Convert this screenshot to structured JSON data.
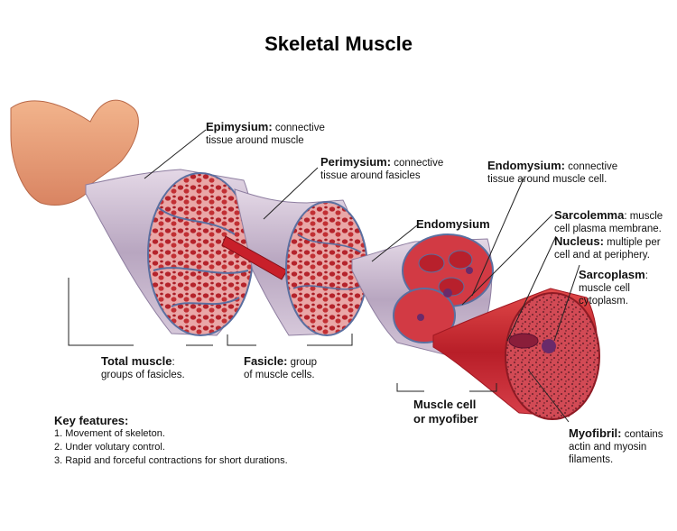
{
  "title": "Skeletal Muscle",
  "labels": {
    "epimysium": {
      "term": "Epimysium:",
      "desc1": "connective",
      "desc2": "tissue around muscle"
    },
    "perimysium": {
      "term": "Perimysium:",
      "desc1": "connective",
      "desc2": "tissue around fasicles"
    },
    "endomysium_top": {
      "term": "Endomysium:",
      "desc1": "connective",
      "desc2": "tissue around muscle cell."
    },
    "endomysium_mid": {
      "term": "Endomysium"
    },
    "sarcolemma": {
      "term": "Sarcolemma",
      "desc1": ": muscle",
      "desc2": "cell plasma membrane."
    },
    "nucleus": {
      "term": "Nucleus:",
      "desc1": "multiple per",
      "desc2": "cell and at periphery."
    },
    "sarcoplasm": {
      "term": "Sarcoplasm",
      "desc1": ":",
      "desc2": "muscle cell",
      "desc3": "cytoplasm."
    },
    "total_muscle": {
      "term": "Total muscle",
      "desc1": ":",
      "desc2": "groups of fasicles."
    },
    "fasicle": {
      "term": "Fasicle:",
      "desc1": "group",
      "desc2": "of muscle cells."
    },
    "muscle_cell": {
      "line1": "Muscle cell",
      "line2": "or myofiber"
    },
    "myofibril": {
      "term": "Myofibril:",
      "desc1": "contains",
      "desc2": "actin and myosin",
      "desc3": "filaments."
    }
  },
  "key_features": {
    "heading": "Key features:",
    "items": [
      "1. Movement of skeleton.",
      "2. Under volutary control.",
      "3. Rapid and forceful contractions for short durations."
    ]
  },
  "colors": {
    "tendon": "#e8a07a",
    "sheath": "#c9b6cc",
    "fascicle_red": "#b8242a",
    "membrane_blue": "#5a6fa0",
    "fiber_red": "#c8323a",
    "nucleus_purple": "#6a2a6a"
  }
}
